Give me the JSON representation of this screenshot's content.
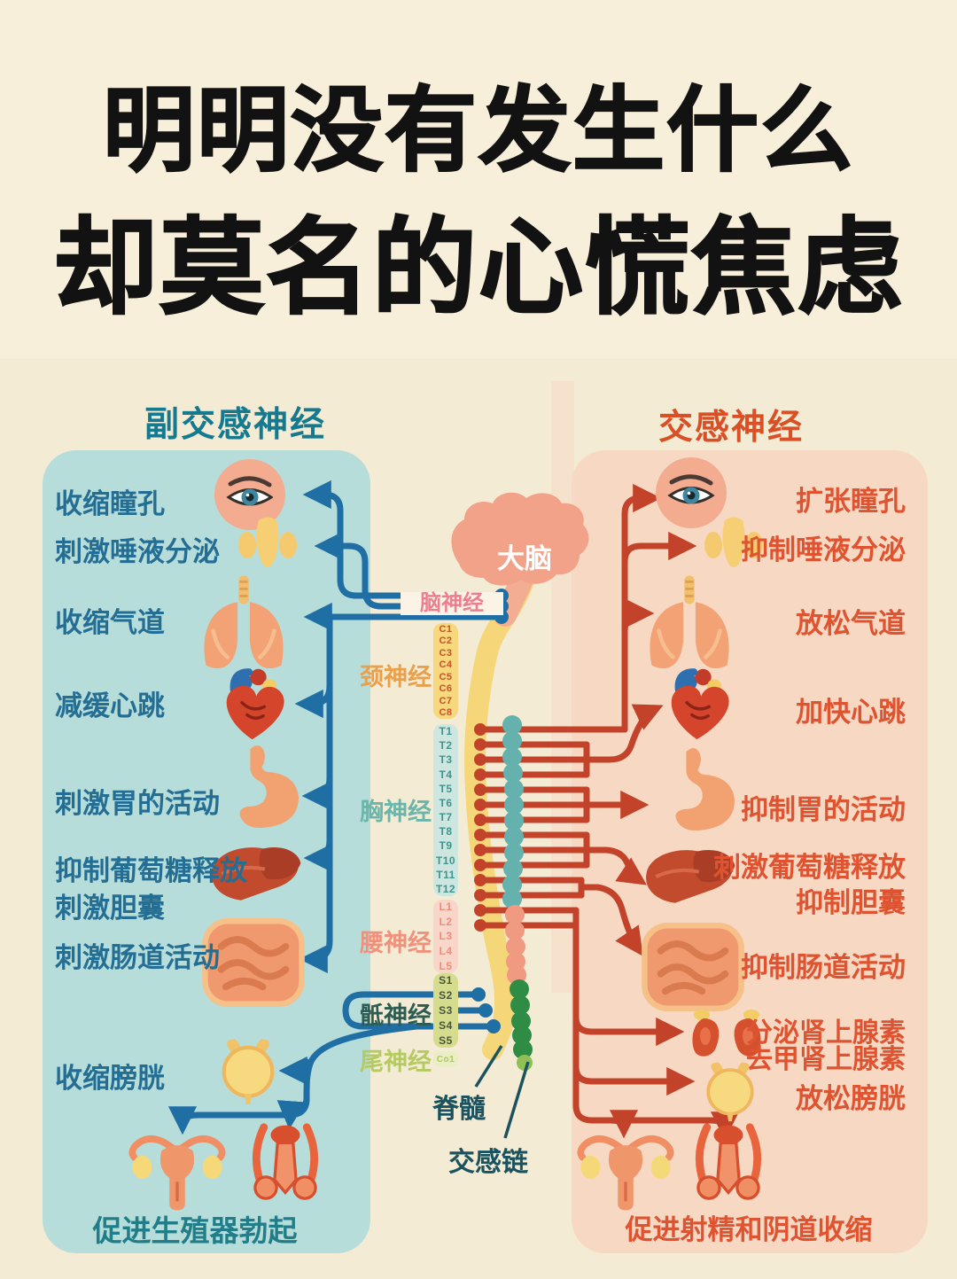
{
  "title": {
    "line1": "明明没有发生什么",
    "line2": "却莫名的心慌焦虑"
  },
  "palette": {
    "background": "#f7efda",
    "title_text": "#121212",
    "left_panel_bg": "#b7dddb",
    "right_panel_bg": "#f7d8c3",
    "parasympathetic_accent": "#15798f",
    "parasympathetic_label": "#256e93",
    "parasympathetic_line": "#1f6ea4",
    "sympathetic_accent": "#da5026",
    "sympathetic_label": "#df5330",
    "sympathetic_line": "#c2432a",
    "spinal_cord_yellow": "#f5d77a",
    "chain_teal": "#64b1ad",
    "chain_salmon": "#f09a81",
    "chain_green": "#2e8c45",
    "chain_tip_green": "#8fc055"
  },
  "left": {
    "header": "副交感神经",
    "labels": [
      "收缩瞳孔",
      "刺激唾液分泌",
      "收缩气道",
      "减缓心跳",
      "刺激胃的活动",
      "抑制葡萄糖释放",
      "刺激胆囊",
      "刺激肠道活动",
      "收缩膀胱"
    ],
    "caption": "促进生殖器勃起"
  },
  "right": {
    "header": "交感神经",
    "labels": [
      "扩张瞳孔",
      "抑制唾液分泌",
      "放松气道",
      "加快心跳",
      "抑制胃的活动",
      "刺激葡萄糖释放",
      "抑制胆囊",
      "抑制肠道活动",
      "分泌肾上腺素",
      "去甲肾上腺素",
      "放松膀胱"
    ],
    "caption": "促进射精和阴道收缩"
  },
  "spine": {
    "brain_label": "大脑",
    "cranial_label": "脑神经",
    "cervical_label": "颈神经",
    "cervical": [
      "C1",
      "C2",
      "C3",
      "C4",
      "C5",
      "C6",
      "C7",
      "C8"
    ],
    "thoracic_label": "胸神经",
    "thoracic": [
      "T1",
      "T2",
      "T3",
      "T4",
      "T5",
      "T6",
      "T7",
      "T8",
      "T9",
      "T10",
      "T11",
      "T12"
    ],
    "lumbar_label": "腰神经",
    "lumbar": [
      "L1",
      "L2",
      "L3",
      "L4",
      "L5"
    ],
    "sacral_label": "骶神经",
    "sacral": [
      "S1",
      "S2",
      "S3",
      "S4",
      "S5"
    ],
    "coccygeal_label": "尾神经",
    "coccygeal": [
      "Co1"
    ],
    "cord_label": "脊髓",
    "chain_label": "交感链"
  },
  "organ_icons": [
    "eye-icon",
    "salivary-glands-icon",
    "lungs-icon",
    "heart-icon",
    "stomach-icon",
    "liver-icon",
    "intestine-icon",
    "bladder-icon",
    "kidneys-icon",
    "uterus-icon",
    "male-reproductive-icon"
  ]
}
